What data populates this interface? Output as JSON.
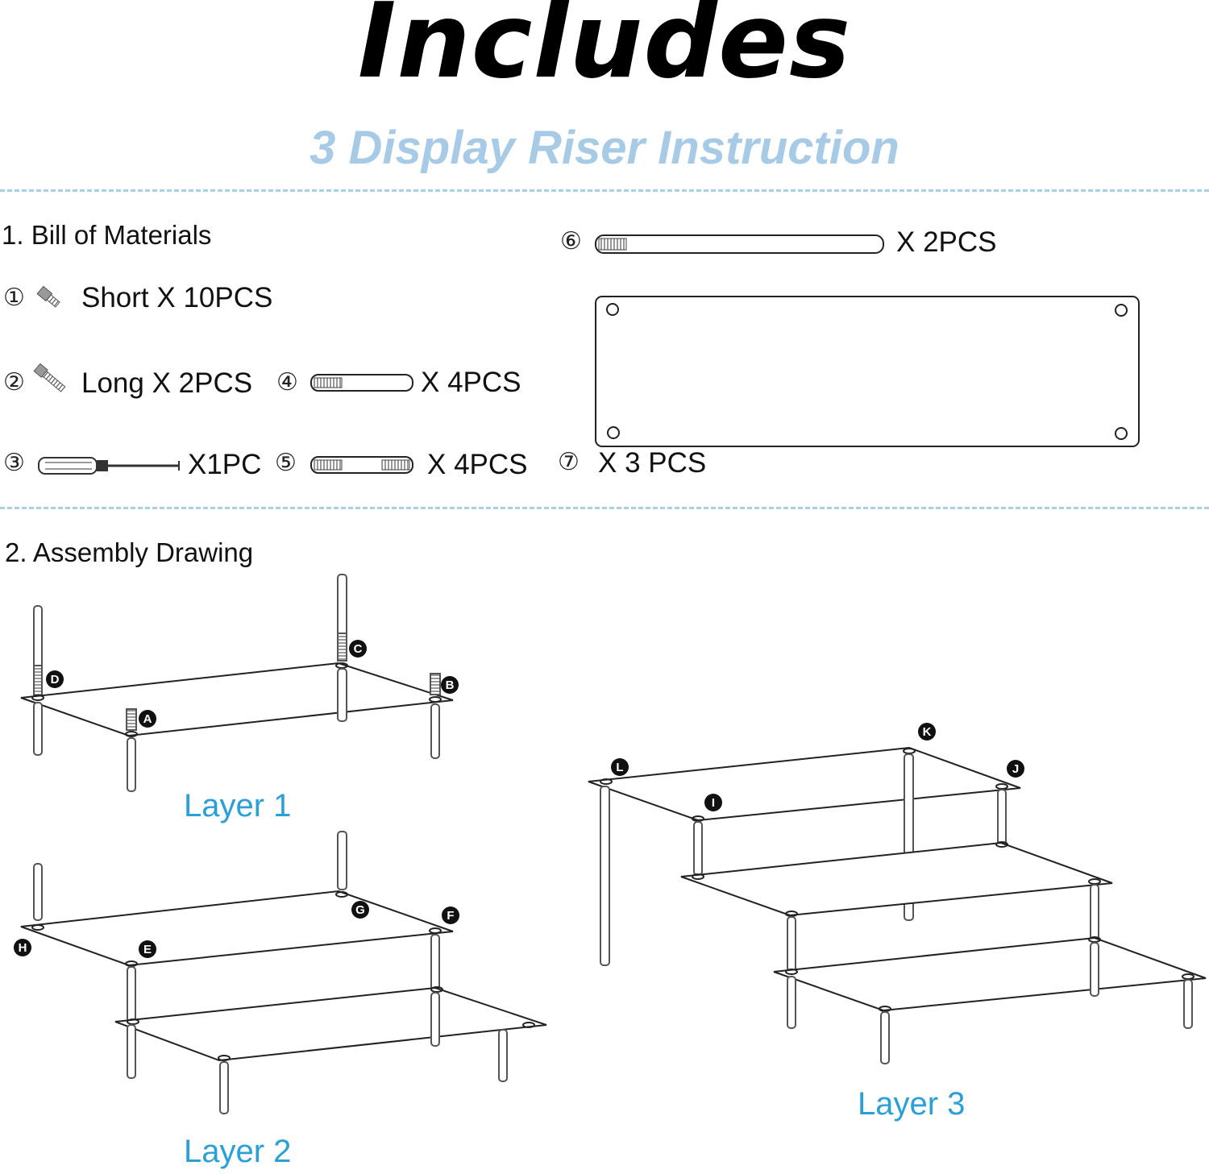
{
  "title": "Includes",
  "subtitle": "3 Display Riser Instruction",
  "bill": {
    "heading": "1. Bill of Materials",
    "items": [
      {
        "num": "①",
        "text": "Short X 10PCS",
        "icon": "short-screw-icon"
      },
      {
        "num": "②",
        "text": "Long X 2PCS",
        "icon": "long-screw-icon"
      },
      {
        "num": "③",
        "text": "X1PC",
        "icon": "screwdriver-icon"
      },
      {
        "num": "④",
        "text": "X 4PCS",
        "icon": "standoff-single-thread-icon"
      },
      {
        "num": "⑤",
        "text": "X 4PCS",
        "icon": "standoff-double-thread-icon"
      },
      {
        "num": "⑥",
        "text": "X 2PCS",
        "icon": "long-rod-icon"
      },
      {
        "num": "⑦",
        "text": "X 3 PCS",
        "icon": "acrylic-panel-icon"
      }
    ]
  },
  "assembly": {
    "heading": "2. Assembly Drawing",
    "layers": [
      "Layer 1",
      "Layer 2",
      "Layer 3"
    ],
    "markers": [
      "A",
      "B",
      "C",
      "D",
      "E",
      "F",
      "G",
      "H",
      "I",
      "J",
      "K",
      "L"
    ]
  },
  "colors": {
    "accent": "#a7cbe6",
    "layer_label": "#2aa0d8",
    "divider": "#a9cfe6"
  }
}
